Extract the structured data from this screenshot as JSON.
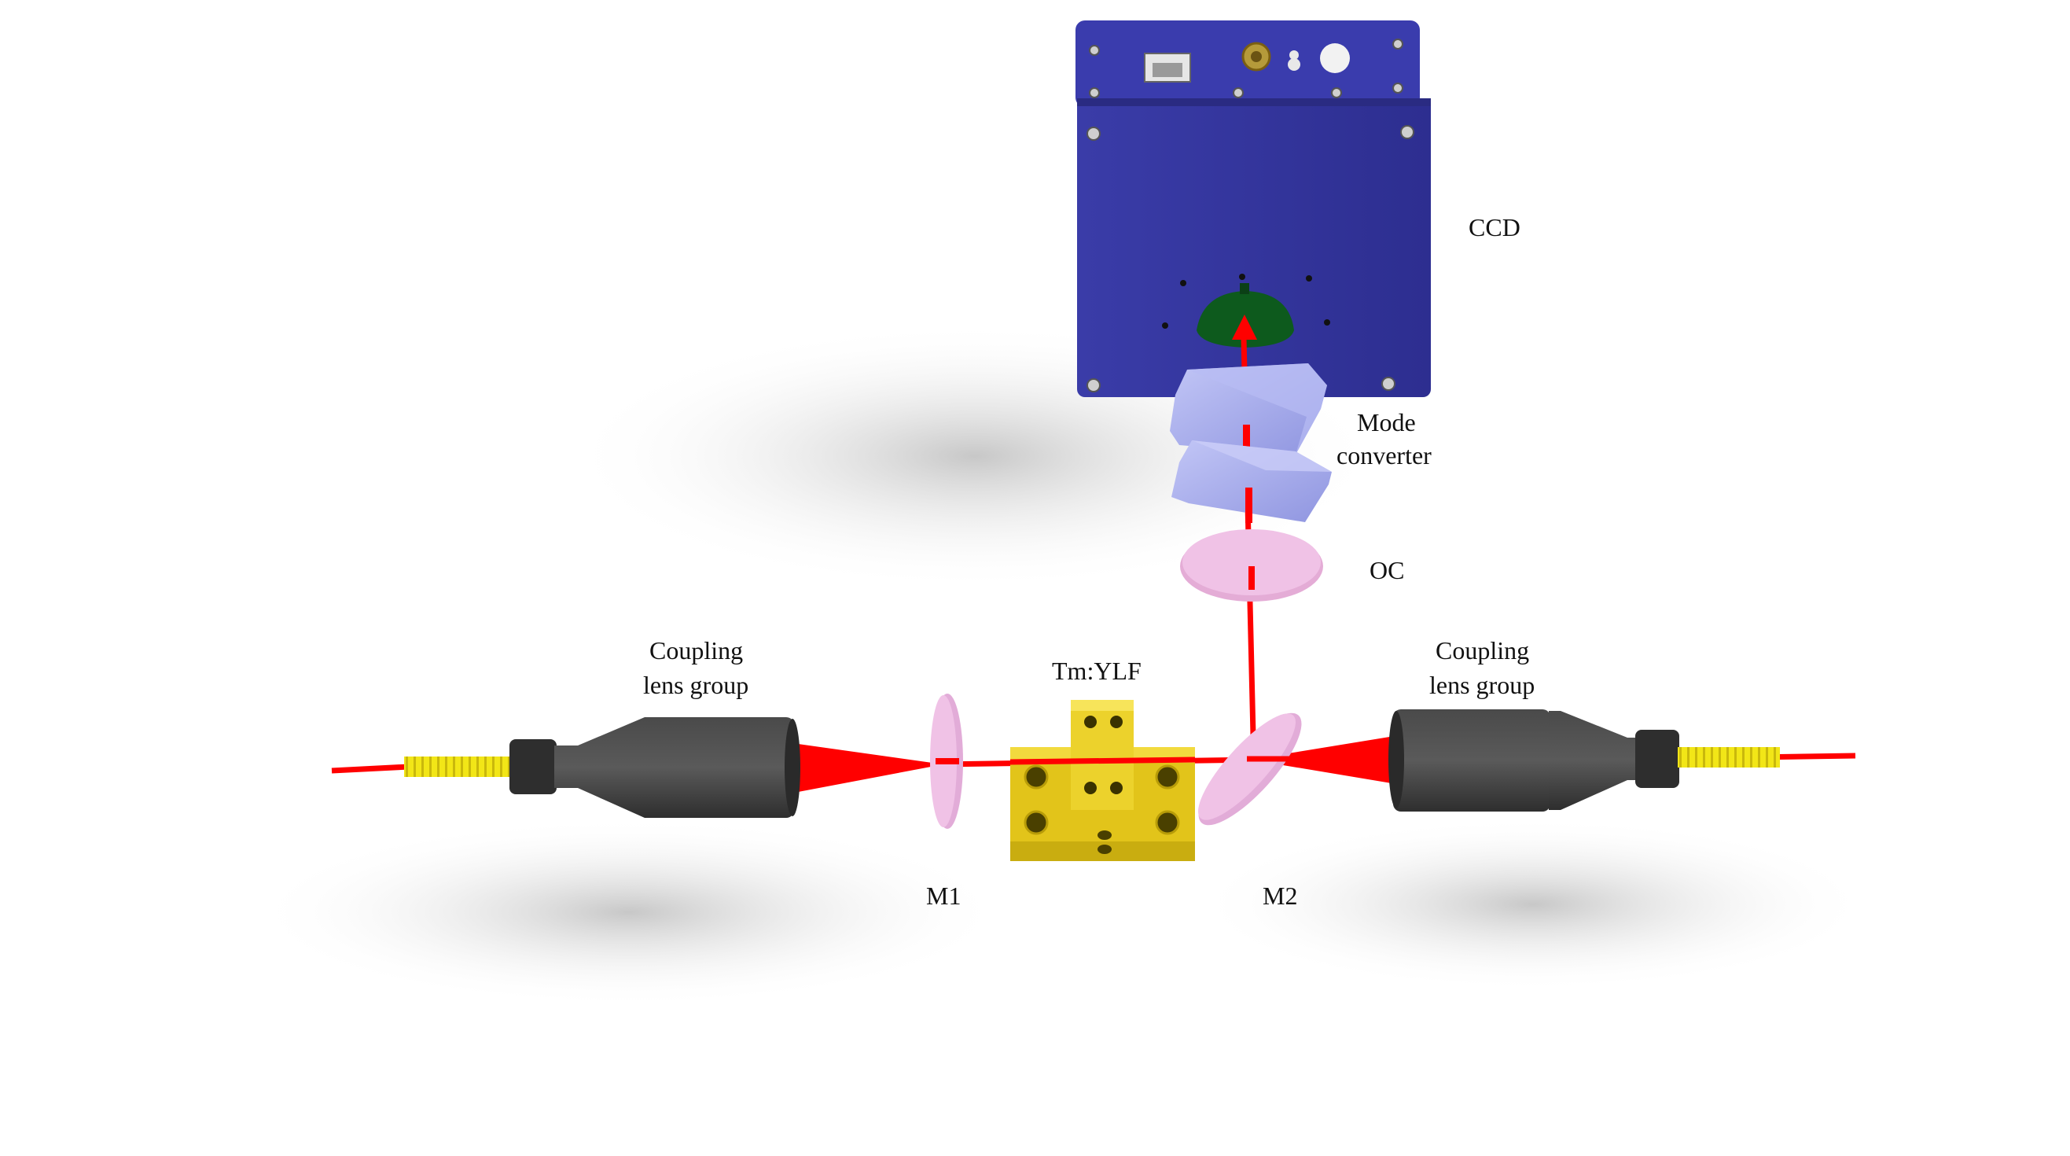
{
  "labels": {
    "ccd": "CCD",
    "mode_converter_line1": "Mode",
    "mode_converter_line2": "converter",
    "oc": "OC",
    "coupling_left_line1": "Coupling",
    "coupling_left_line2": "lens group",
    "coupling_right_line1": "Coupling",
    "coupling_right_line2": "lens group",
    "crystal": "Tm:YLF",
    "m1": "M1",
    "m2": "M2"
  },
  "colors": {
    "beam": "#ff0000",
    "camera_body": "#34359e",
    "lens_housing": "#3e3e3e",
    "fiber_jacket": "#f2e617",
    "mirror": "#f0c2e6",
    "mode_converter": "#a9aef0",
    "crystal_mount": "#e8cc1e",
    "sensor_window": "#0d5a1d"
  }
}
